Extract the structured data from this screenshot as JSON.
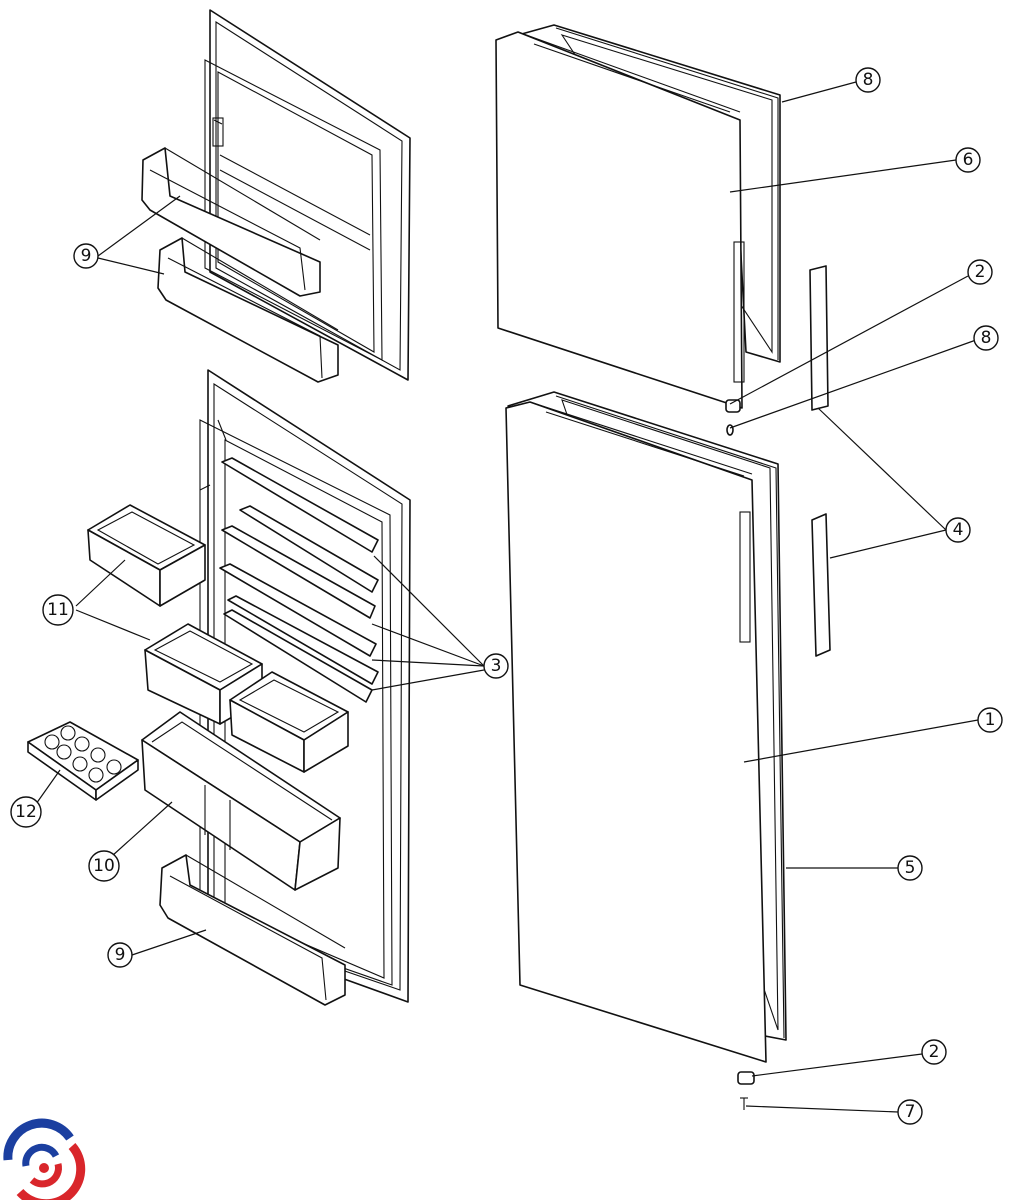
{
  "callouts": [
    {
      "id": "c8a",
      "label": "8"
    },
    {
      "id": "c6",
      "label": "6"
    },
    {
      "id": "c2a",
      "label": "2"
    },
    {
      "id": "c8b",
      "label": "8"
    },
    {
      "id": "c4",
      "label": "4"
    },
    {
      "id": "c3",
      "label": "3"
    },
    {
      "id": "c1",
      "label": "1"
    },
    {
      "id": "c5",
      "label": "5"
    },
    {
      "id": "c2b",
      "label": "2"
    },
    {
      "id": "c7",
      "label": "7"
    },
    {
      "id": "c9a",
      "label": "9"
    },
    {
      "id": "c9b",
      "label": "9"
    },
    {
      "id": "c11",
      "label": "11"
    },
    {
      "id": "c12",
      "label": "12"
    },
    {
      "id": "c10",
      "label": "10"
    }
  ],
  "logo": {
    "icon": "brand-logo-icon",
    "colors": [
      "#1b3fa0",
      "#d9262b"
    ]
  }
}
